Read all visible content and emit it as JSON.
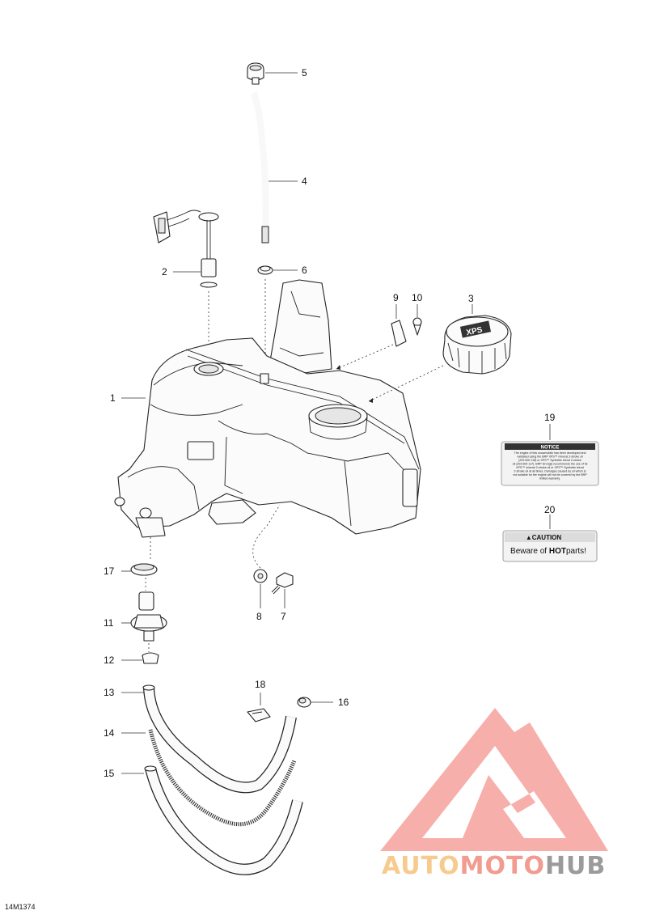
{
  "diagram": {
    "drawing_code": "14M1374",
    "callouts": [
      "1",
      "2",
      "3",
      "4",
      "5",
      "6",
      "7",
      "8",
      "9",
      "10",
      "11",
      "12",
      "13",
      "14",
      "15",
      "16",
      "17",
      "18",
      "19",
      "20"
    ],
    "decal_notice": {
      "heading": "NOTICE",
      "body_lines": [
        "The engine of this snowmobile has been developed and",
        "validated using the BRP XPS™ mineral 2-stroke oil",
        "(293 600 118) or XPS™ Synthetic blend 2-stroke",
        "oil (293 600 117). BRP strongly recommends the use of its",
        "XPS™ mineral 2-stroke oil or XPS™ Synthetic blend",
        "2-stroke oil at all times. Damages caused by oil which is",
        "not suitable for the engine will not be covered by the BRP",
        "limited warranty."
      ]
    },
    "decal_caution": {
      "heading": "▲CAUTION",
      "text_prefix": "Beware of ",
      "text_bold": "HOT",
      "text_suffix": "parts!"
    },
    "cap_logo": "XPS"
  },
  "watermark": {
    "brand_parts": [
      "AUTO",
      "MOTO",
      "HUB"
    ],
    "colors": {
      "auto": "#f6c27a",
      "moto": "#f08a7e",
      "hub": "#8a8a8a",
      "triangle": "#f2827a"
    }
  }
}
